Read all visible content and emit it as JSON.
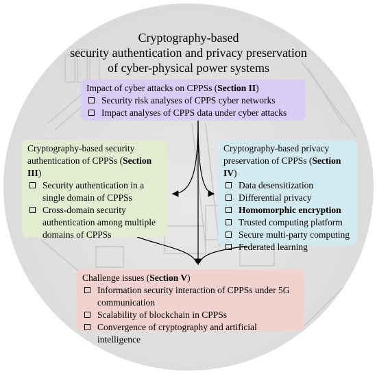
{
  "title": {
    "line1": "Cryptography-based",
    "line2": "security authentication and privacy preservation",
    "line3": "of cyber-physical power systems"
  },
  "impact": {
    "head": "Impact of cyber attacks on CPPSs (",
    "section": "Section II",
    "close": ")",
    "items": [
      "Security risk analyses of CPPS cyber networks",
      "Impact analyses of CPPS data under cyber attacks"
    ]
  },
  "auth": {
    "head": "Cryptography-based security authentication of CPPSs (",
    "section": "Section III",
    "close": ")",
    "items": [
      "Security authentication in a single domain of CPPSs",
      "Cross-domain security authentication among multiple domains of CPPSs"
    ]
  },
  "priv": {
    "head": "Cryptography-based privacy preservation of CPPSs (",
    "section": "Section IV",
    "close": ")",
    "items": [
      "Data desensitization",
      "Differential privacy",
      "Homomorphic encryption",
      "Trusted computing platform",
      "Secure multi-party computing",
      "Federated learning"
    ]
  },
  "challenge": {
    "head": "Challenge issues (",
    "section": "Section V",
    "close": ")",
    "items": [
      "Information security interaction of CPPSs under 5G communication",
      "Scalability of blockchain in CPPSs",
      "Convergence of cryptography and artificial intelligence"
    ]
  },
  "colors": {
    "impact_box": "#d9ccf5",
    "auth_box": "#e3ecd0",
    "priv_box": "#d3e9f0",
    "challenge_box": "#f1d2cf",
    "background_circle": "#dedede"
  }
}
